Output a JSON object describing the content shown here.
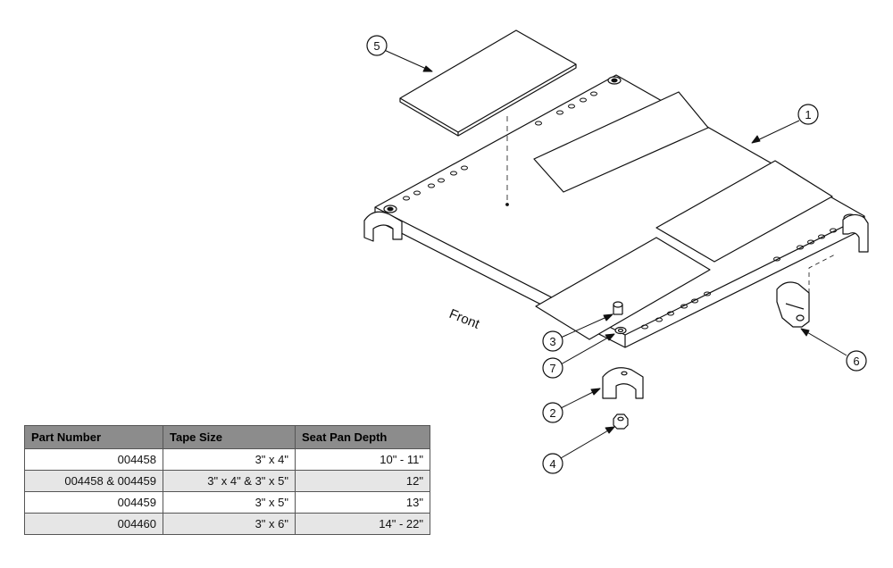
{
  "diagram": {
    "front_label": "Front",
    "callouts": [
      "1",
      "2",
      "3",
      "4",
      "5",
      "6",
      "7"
    ]
  },
  "table": {
    "headers": [
      "Part Number",
      "Tape Size",
      "Seat Pan Depth"
    ],
    "rows": [
      [
        "004458",
        "3\" x 4\"",
        "10\" - 11\""
      ],
      [
        "004458 & 004459",
        "3\" x 4\" & 3\" x 5\"",
        "12\""
      ],
      [
        "004459",
        "3\" x 5\"",
        "13\""
      ],
      [
        "004460",
        "3\" x 6\"",
        "14\" - 22\""
      ]
    ]
  }
}
